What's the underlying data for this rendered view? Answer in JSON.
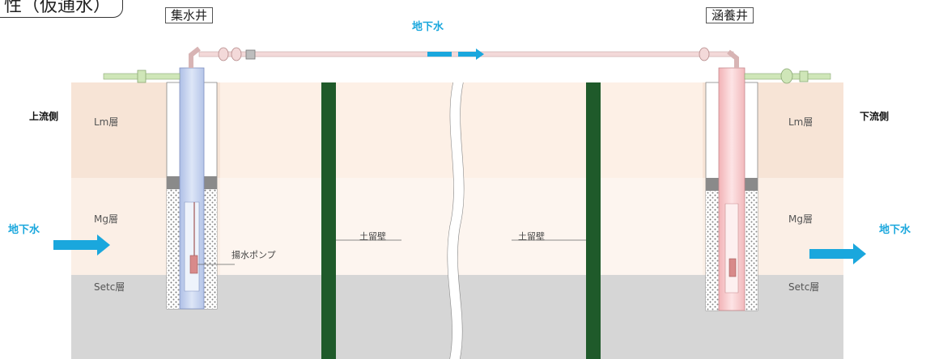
{
  "title": "性（仮通水）",
  "collection_well_label": "集水井",
  "recharge_well_label": "涵養井",
  "groundwater_top": "地下水",
  "groundwater_left": "地下水",
  "groundwater_right": "地下水",
  "upstream_side": "上流側",
  "downstream_side": "下流側",
  "layers_left": {
    "lm": "Lm層",
    "mg": "Mg層",
    "setc": "Setc層"
  },
  "layers_right": {
    "lm": "Lm層",
    "mg": "Mg層",
    "setc": "Setc層"
  },
  "retaining_wall_left": "土留壁",
  "retaining_wall_right": "土留壁",
  "pump_label": "揚水ポンプ",
  "colors": {
    "lm_layer": "#f7e4d6",
    "mg_layer": "#fbefe6",
    "setc_layer": "#d6d6d6",
    "retaining_wall": "#1f5a2a",
    "arrow": "#1aa7dd",
    "collection_casing": "#c4d3ef",
    "recharge_casing": "#f6c9cc",
    "gravel": "#b8b8b8",
    "pipe": "#f3d9d9",
    "inlet_pipe": "#cfe6b8"
  }
}
